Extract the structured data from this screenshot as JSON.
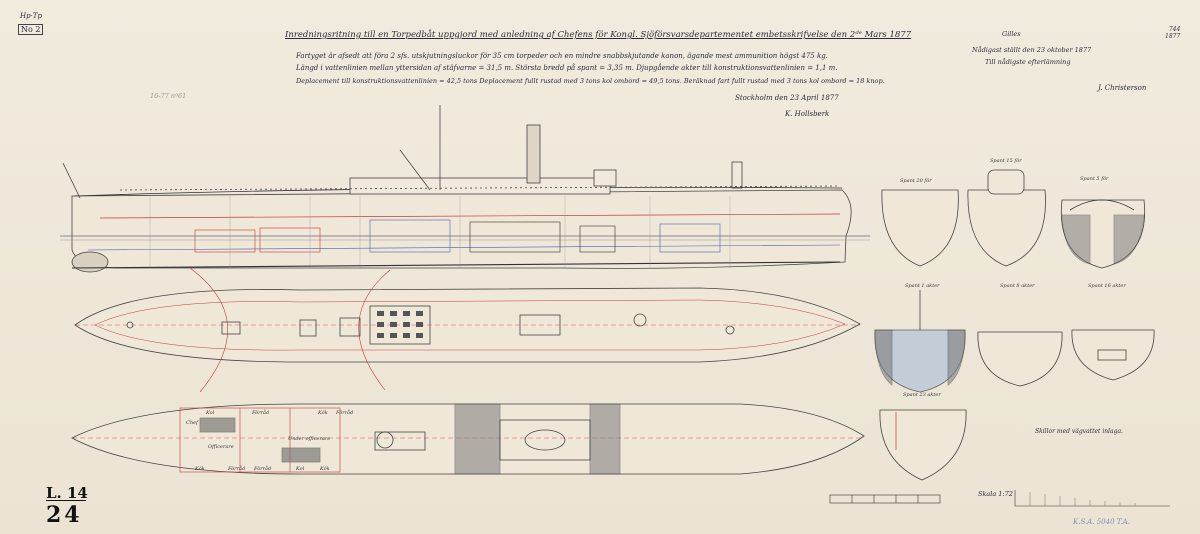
{
  "corner": {
    "mark": "No 2",
    "note": "Hp·Tp"
  },
  "ref_number": {
    "line1": "744",
    "line2": "1877"
  },
  "title": "Inredningsritning till en Torpedbåt uppgjord med anledning af Chefens för Kongl. Sjöförsvarsdepartementet embetsskrifvelse den 2ᵈᵉ Mars 1877",
  "spec_lines": [
    "Fartyget är afsedt att föra 2 sfs. utskjutningsluckor för 35 cm torpeder och en mindre snabbskjutande kanon, ägande mest ammunition högst 475 kg.",
    "Längd i vattenlinien mellan yttersidan af stäfvarne = 31,5 m.   Största bredd på spant = 3,35 m.   Djupgående akter till konstruktionsvattenlinien = 1,1 m.",
    "Deplacement till konstruktionsvattenlinien = 42,5 tons   Deplacement fullt rustad med 3 tons kol ombord = 49,5 tons.   Beräknad fart fullt rustad med 3 tons kol ombord = 18 knop."
  ],
  "place_date": "Stockholm den 23 April 1877",
  "signature": "K. Hollsberk",
  "approval": {
    "word": "Gilles",
    "line1": "Nådigast ställt den 23 oktober 1877",
    "line2": "Till nådigste efterlämning",
    "signature": "J. Christerson"
  },
  "pencil_note": "16-77 nº61",
  "section_labels": [
    "Spant 20 för",
    "Spant 15 för",
    "Spant 5 för",
    "Spant 1 akter",
    "Spant 8 akter",
    "Spant 16 akter",
    "Spant 23 akter"
  ],
  "room_labels": [
    "Chef",
    "Officerare",
    "Förråd",
    "Kol",
    "Kol",
    "Kök",
    "Förråd",
    "Förråd",
    "Under officerare",
    "Kök",
    "Kök",
    "Förråd"
  ],
  "armor_note": "Skillor med vägvattet inlaga.",
  "scale_label": "Skala 1:72",
  "archive_mark": {
    "letter": "L. 14",
    "number": "24"
  },
  "stamp": "K.S.A. 5040 T.A.",
  "colors": {
    "paper": "#ece6d8",
    "ink": "#2a2a3a",
    "red": "#c43a3a",
    "blue": "#4a5fb0",
    "tint": "#b9c7d8"
  }
}
